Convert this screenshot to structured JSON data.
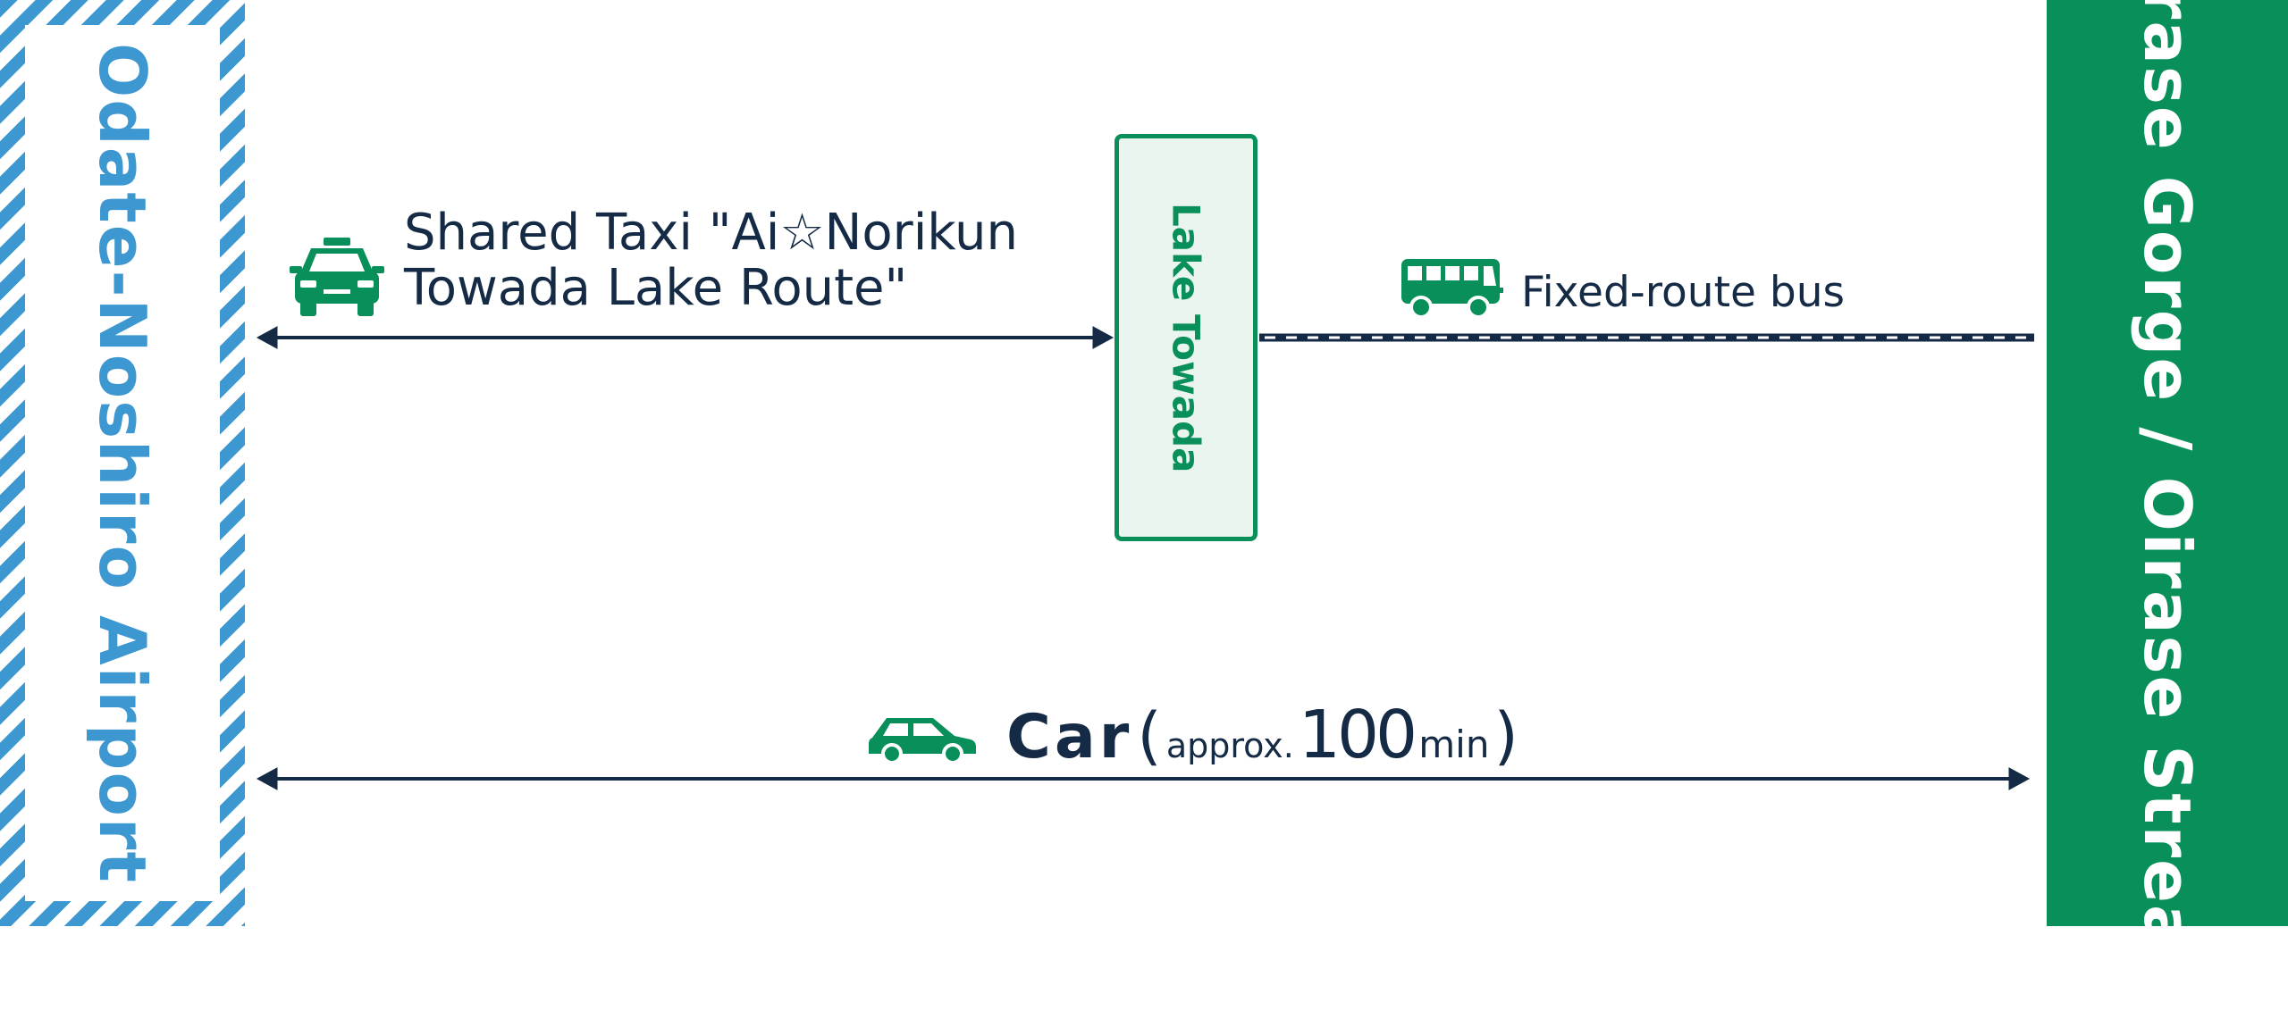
{
  "origin": {
    "label": "Odate-Noshiro Airport",
    "color": "#3d97d0"
  },
  "destination": {
    "label": "Oirase Gorge / Oirase Stream",
    "color": "#09905a"
  },
  "waypoint": {
    "label": "Lake Towada"
  },
  "routes": {
    "taxi": {
      "label_line1": "Shared Taxi \"Ai☆Norikun",
      "label_line2": "Towada Lake Route\"",
      "icon": "taxi-icon"
    },
    "bus": {
      "label": "Fixed-route bus",
      "icon": "bus-icon"
    },
    "car": {
      "label": "Car",
      "open_paren": "(",
      "approx": "approx.",
      "value": "100",
      "unit": "min",
      "close_paren": ")",
      "icon": "car-icon"
    }
  },
  "colors": {
    "text": "#142a45",
    "green": "#09905a",
    "blue": "#3d97d0"
  }
}
